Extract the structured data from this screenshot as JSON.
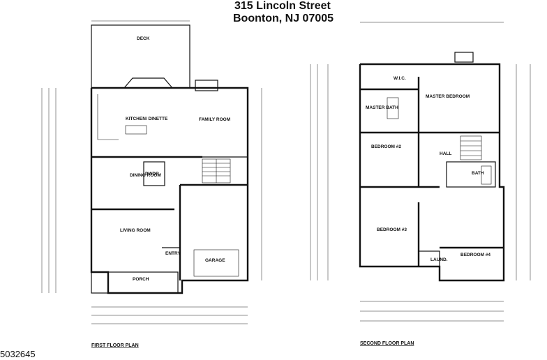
{
  "header": {
    "street": "315 Lincoln Street",
    "city": "Boonton, NJ 07005"
  },
  "listing_id": "5032645",
  "first_floor": {
    "title": "FIRST FLOOR PLAN",
    "rooms": {
      "deck": "DECK",
      "kitchen": "KITCHEN/ DINETTE",
      "family": "FAMILY ROOM",
      "dining": "DINING ROOM",
      "pwdr": "PWDR.",
      "living": "LIVING ROOM",
      "entry": "ENTRY",
      "garage": "GARAGE",
      "porch": "PORCH"
    }
  },
  "second_floor": {
    "title": "SECOND FLOOR PLAN",
    "rooms": {
      "wic": "W.I.C.",
      "master": "MASTER BEDROOM",
      "master_bath": "MASTER BATH",
      "bed2": "BEDROOM #2",
      "hall": "HALL",
      "bath": "BATH",
      "bed3": "BEDROOM #3",
      "laund": "LAUND.",
      "bed4": "BEDROOM #4"
    }
  }
}
